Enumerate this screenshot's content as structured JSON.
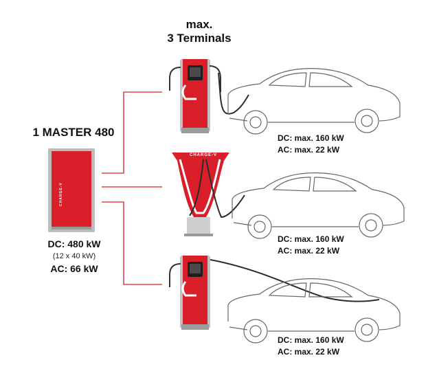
{
  "diagram": {
    "terminals_title": [
      "max.",
      "3 Terminals"
    ],
    "master": {
      "title": "1 MASTER 480",
      "dc": "DC: 480 kW",
      "dc_detail": "(12 x 40 kW)",
      "ac": "AC: 66 kW",
      "brand": "CHARGE-V"
    },
    "terminals": [
      {
        "dc": "DC: max. 160 kW",
        "ac": "AC: max. 22 kW"
      },
      {
        "dc": "DC: max. 160 kW",
        "ac": "AC: max. 22 kW",
        "brand": "CHARGE-V"
      },
      {
        "dc": "DC: max. 160 kW",
        "ac": "AC: max. 22 kW"
      }
    ],
    "colors": {
      "accent_red": "#d9202a",
      "dark_red": "#b0141d",
      "gray": "#bcbcbc",
      "car_outline": "#666666",
      "cable": "#2b2b2b"
    }
  }
}
